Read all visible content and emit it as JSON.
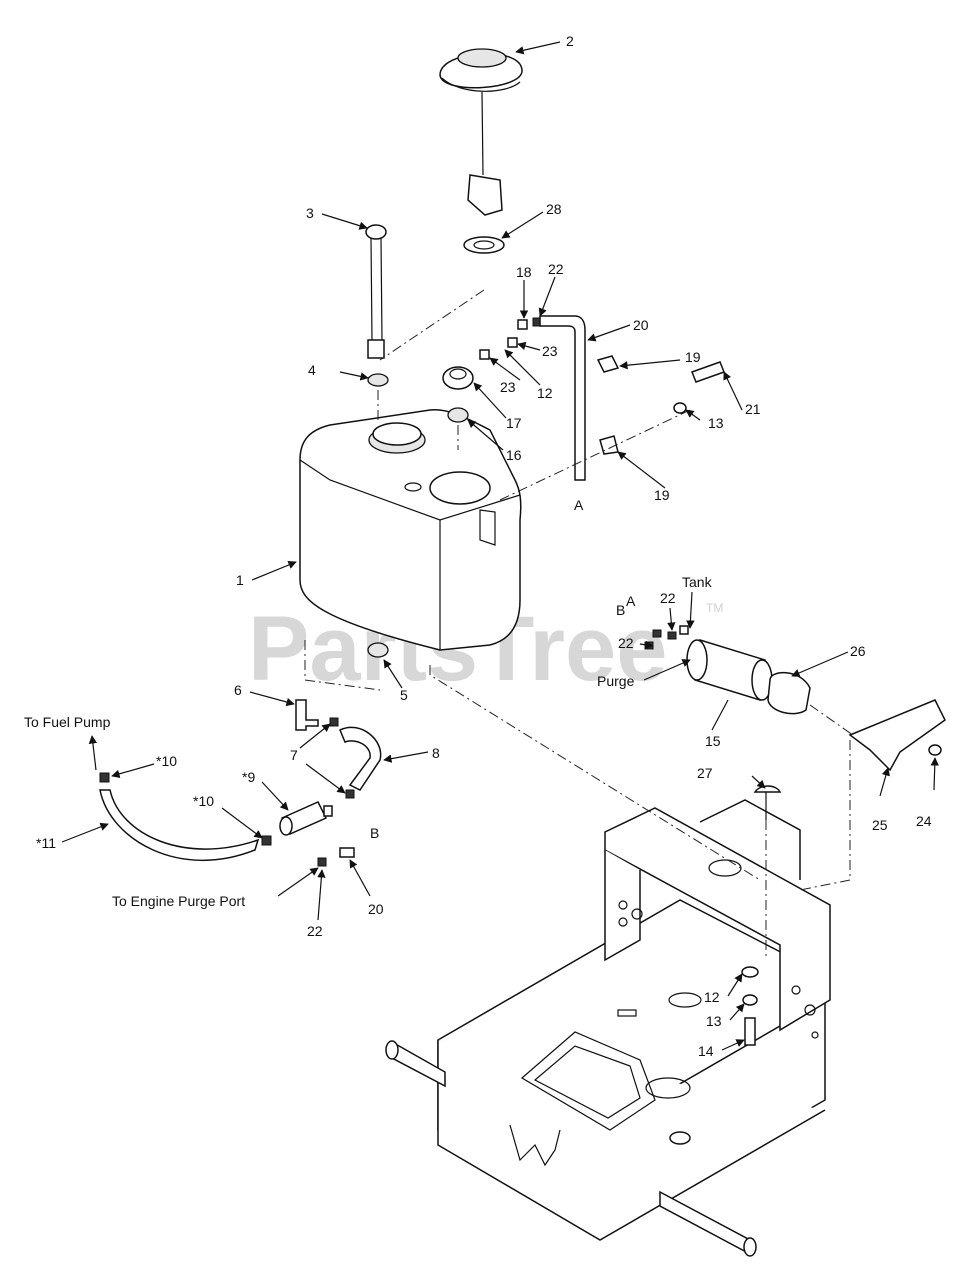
{
  "watermark": {
    "text": "PartsTree",
    "tm": "TM"
  },
  "callouts": [
    {
      "id": "c1",
      "text": "1"
    },
    {
      "id": "c2",
      "text": "2"
    },
    {
      "id": "c3",
      "text": "3"
    },
    {
      "id": "c4",
      "text": "4"
    },
    {
      "id": "c5",
      "text": "5"
    },
    {
      "id": "c6",
      "text": "6"
    },
    {
      "id": "c7",
      "text": "7"
    },
    {
      "id": "c8",
      "text": "8"
    },
    {
      "id": "c9",
      "text": "*9"
    },
    {
      "id": "c10a",
      "text": "*10"
    },
    {
      "id": "c10b",
      "text": "*10"
    },
    {
      "id": "c11",
      "text": "*11"
    },
    {
      "id": "c12a",
      "text": "12"
    },
    {
      "id": "c12b",
      "text": "12"
    },
    {
      "id": "c13a",
      "text": "13"
    },
    {
      "id": "c13b",
      "text": "13"
    },
    {
      "id": "c14",
      "text": "14"
    },
    {
      "id": "c15",
      "text": "15"
    },
    {
      "id": "c16",
      "text": "16"
    },
    {
      "id": "c17",
      "text": "17"
    },
    {
      "id": "c18",
      "text": "18"
    },
    {
      "id": "c19a",
      "text": "19"
    },
    {
      "id": "c19b",
      "text": "19"
    },
    {
      "id": "c20a",
      "text": "20"
    },
    {
      "id": "c20b",
      "text": "20"
    },
    {
      "id": "c21",
      "text": "21"
    },
    {
      "id": "c22a",
      "text": "22"
    },
    {
      "id": "c22b",
      "text": "22"
    },
    {
      "id": "c22c",
      "text": "22"
    },
    {
      "id": "c22d",
      "text": "22"
    },
    {
      "id": "c23a",
      "text": "23"
    },
    {
      "id": "c23b",
      "text": "23"
    },
    {
      "id": "c24",
      "text": "24"
    },
    {
      "id": "c25",
      "text": "25"
    },
    {
      "id": "c26",
      "text": "26"
    },
    {
      "id": "c27",
      "text": "27"
    },
    {
      "id": "c28",
      "text": "28"
    },
    {
      "id": "cA1",
      "text": "A"
    },
    {
      "id": "cA2",
      "text": "A"
    },
    {
      "id": "cB1",
      "text": "B"
    },
    {
      "id": "cB2",
      "text": "B"
    }
  ],
  "text_labels": {
    "tank": "Tank",
    "purge": "Purge",
    "to_fuel_pump": "To Fuel Pump",
    "to_engine_purge_port": "To Engine Purge Port"
  }
}
